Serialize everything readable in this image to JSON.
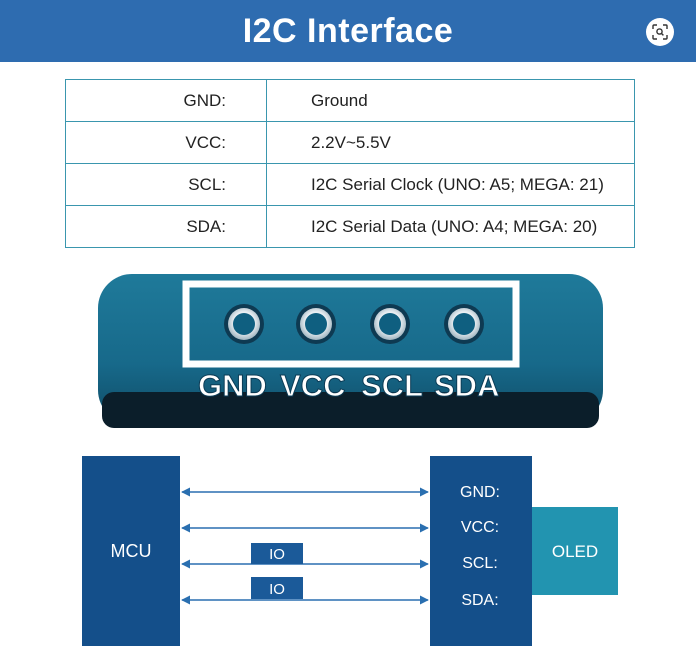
{
  "header": {
    "title": "I2C Interface",
    "lens_icon": "visual-search-icon",
    "color": "#2e6cb0"
  },
  "pin_table": {
    "rows": [
      {
        "name": "GND:",
        "description": "Ground"
      },
      {
        "name": "VCC:",
        "description": "2.2V~5.5V"
      },
      {
        "name": "SCL:",
        "description": "I2C Serial Clock (UNO: A5; MEGA: 21)"
      },
      {
        "name": "SDA:",
        "description": "I2C Serial Data (UNO: A4; MEGA: 20)"
      }
    ]
  },
  "board": {
    "pin_labels": [
      "GND",
      "VCC",
      "SCL",
      "SDA"
    ],
    "pcb_color": "#1b6f8e"
  },
  "diagram": {
    "mcu_label": "MCU",
    "oled_label": "OLED",
    "connector_pins": [
      "GND:",
      "VCC:",
      "SCL:",
      "SDA:"
    ],
    "io_label": "IO",
    "mcu_color": "#144f8a",
    "oled_color": "#2294b0"
  }
}
